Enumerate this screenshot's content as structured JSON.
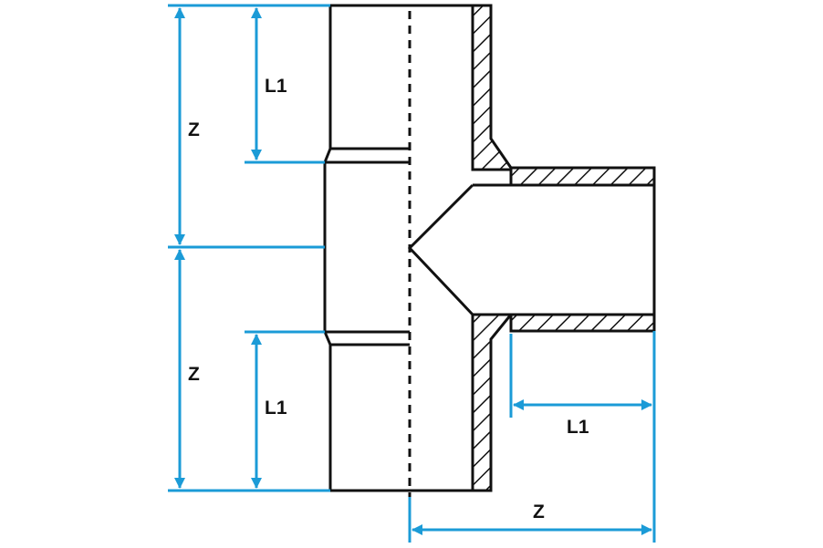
{
  "colors": {
    "outline": "#111111",
    "dimension": "#1b9bd7",
    "background": "#ffffff"
  },
  "labels": {
    "z_upper": "Z",
    "l1_upper": "L1",
    "z_lower": "Z",
    "l1_lower": "L1",
    "l1_branch": "L1",
    "z_branch": "Z"
  }
}
